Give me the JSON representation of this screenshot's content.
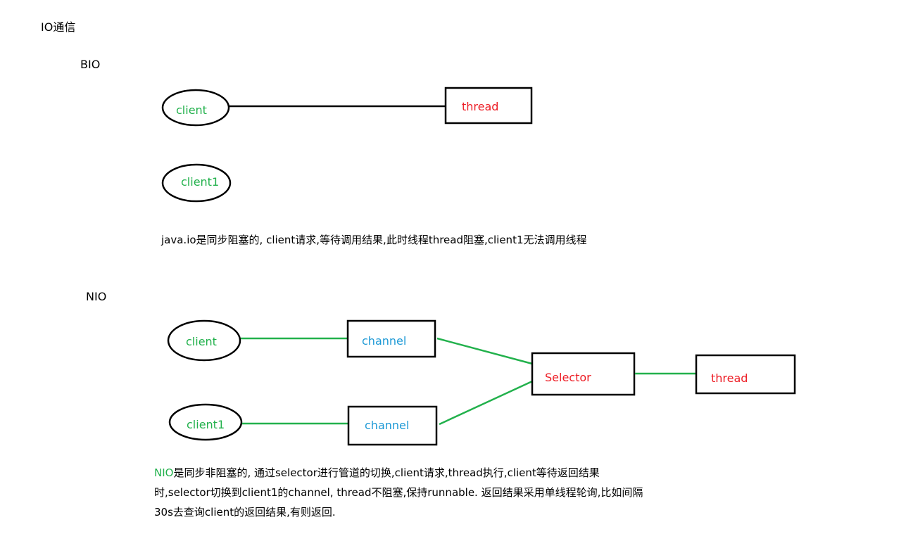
{
  "title": "IO通信",
  "bio": {
    "heading": "BIO",
    "client": "client",
    "thread": "thread",
    "client1": "client1",
    "description": "java.io是同步阻塞的, client请求,等待调用结果,此时线程thread阻塞,client1无法调用线程"
  },
  "nio": {
    "heading": "NIO",
    "client": "client",
    "client1": "client1",
    "channel_top": "channel",
    "channel_bottom": "channel",
    "selector": "Selector",
    "thread": "thread",
    "description_prefix": "NIO",
    "description_line1": "是同步非阻塞的, 通过selector进行管道的切换,client请求,thread执行,client等待返回结果",
    "description_line2": "时,selector切换到client1的channel, thread不阻塞,保持runnable. 返回结果采用单线程轮询,比如间隔",
    "description_line3": "30s去查询client的返回结果,有则返回."
  },
  "colors": {
    "client_text": "#22b14c",
    "thread_text": "#ed1c24",
    "channel_text": "#1f9ad6",
    "nio_connector": "#22b14c",
    "bio_connector": "#000000"
  }
}
